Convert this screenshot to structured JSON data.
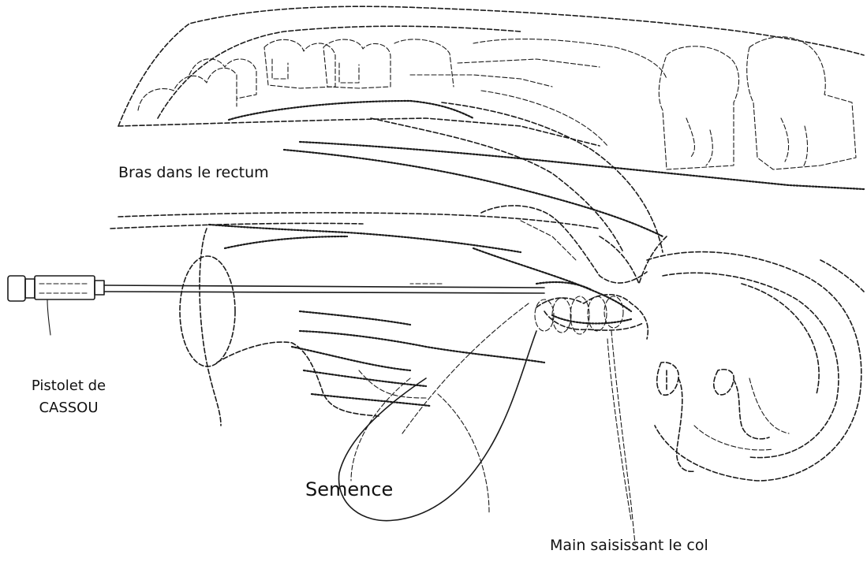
{
  "labels": {
    "rectum_arm": "Bras dans le rectum",
    "gun_line1": "Pistolet de",
    "gun_line2": "CASSOU",
    "semen": "Semence",
    "hand_cervix": "Main saisissant le col"
  },
  "colors": {
    "ink": "#1a1a1a",
    "background": "#ffffff"
  }
}
